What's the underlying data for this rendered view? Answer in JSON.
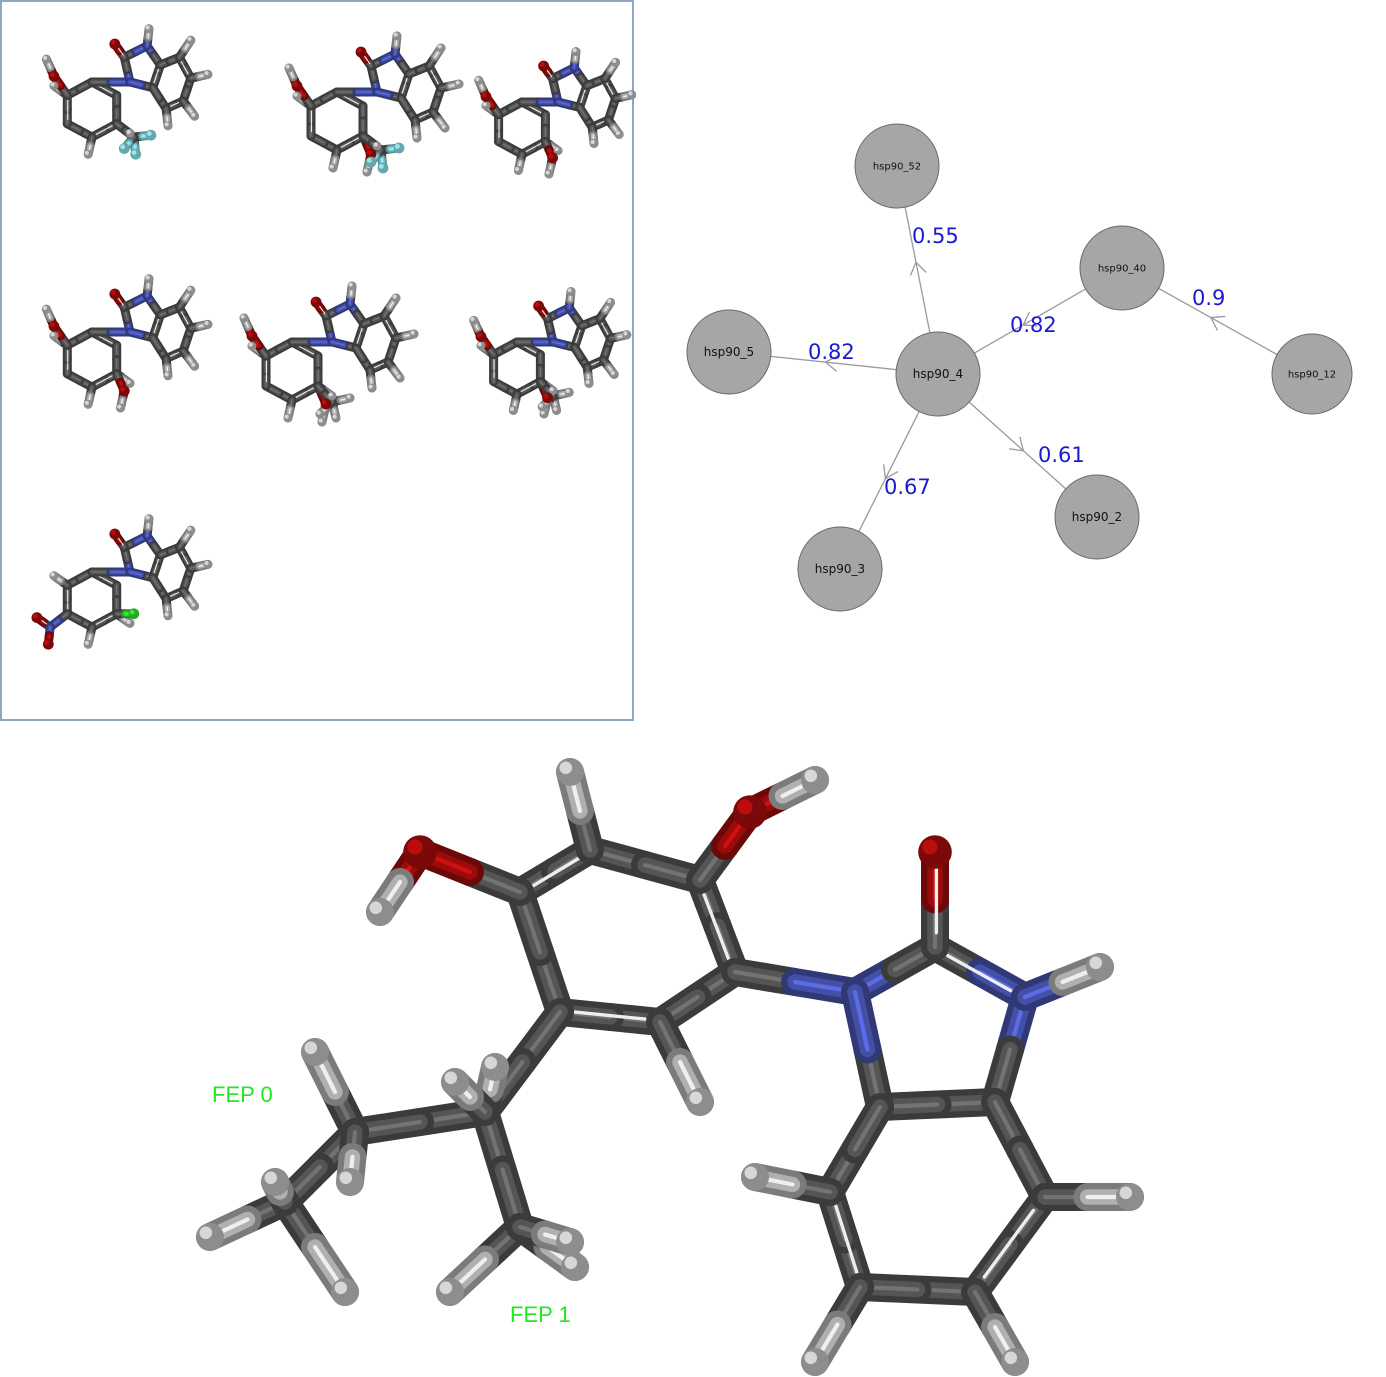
{
  "colors": {
    "carbon": "#555555",
    "hydrogen": "#b0b0b0",
    "oxygen": "#9a0b0b",
    "nitrogen": "#4450a8",
    "fluorine": "#7fd0d8",
    "chlorine": "#2fd22f",
    "node_fill": "#a6a6a6",
    "node_stroke": "#6a6a6a",
    "edge": "#9a9a9a",
    "edge_label": "#1a1ad0",
    "fep_label": "#22e822",
    "gallery_border": "#8ea6c4"
  },
  "network": {
    "nodes": [
      {
        "id": "hsp90_52",
        "label": "hsp90_52"
      },
      {
        "id": "hsp90_40",
        "label": "hsp90_40"
      },
      {
        "id": "hsp90_12",
        "label": "hsp90_12"
      },
      {
        "id": "hsp90_5",
        "label": "hsp90_5"
      },
      {
        "id": "hsp90_4",
        "label": "hsp90_4"
      },
      {
        "id": "hsp90_2",
        "label": "hsp90_2"
      },
      {
        "id": "hsp90_3",
        "label": "hsp90_3"
      }
    ],
    "edges": [
      {
        "from": "hsp90_4",
        "to": "hsp90_52",
        "weight": "0.55"
      },
      {
        "from": "hsp90_40",
        "to": "hsp90_4",
        "weight": "0.82"
      },
      {
        "from": "hsp90_12",
        "to": "hsp90_40",
        "weight": "0.9"
      },
      {
        "from": "hsp90_4",
        "to": "hsp90_5",
        "weight": "0.82"
      },
      {
        "from": "hsp90_4",
        "to": "hsp90_2",
        "weight": "0.61"
      },
      {
        "from": "hsp90_4",
        "to": "hsp90_3",
        "weight": "0.67"
      }
    ]
  },
  "detail": {
    "fep0_label": "FEP 0",
    "fep1_label": "FEP 1"
  },
  "gallery": {
    "molecule_count": 7
  }
}
